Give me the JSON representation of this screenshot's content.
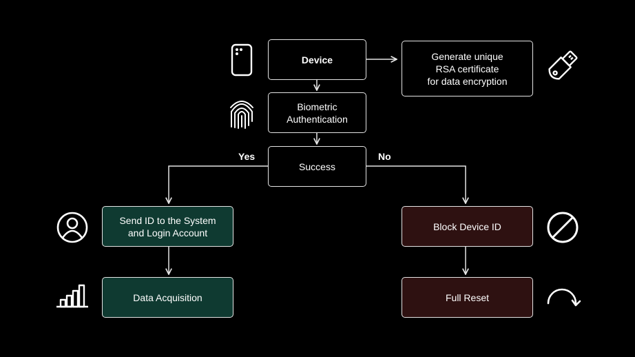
{
  "nodes": {
    "device": "Device",
    "rsa": "Generate unique\nRSA certificate\nfor data encryption",
    "biometric": "Biometric\nAuthentication",
    "success": "Success",
    "send_id": "Send ID to the System\nand Login Account",
    "block": "Block Device ID",
    "data_acq": "Data Acquisition",
    "reset": "Full Reset"
  },
  "edge_labels": {
    "yes": "Yes",
    "no": "No"
  },
  "colors": {
    "background": "#000000",
    "line": "#e6e6e6",
    "success_path_fill": "#0f3a31",
    "failure_path_fill": "#2e1111"
  },
  "icons": [
    "smartphone-icon",
    "usb-key-icon",
    "fingerprint-icon",
    "user-icon",
    "no-entry-icon",
    "bar-chart-icon",
    "reset-arrow-icon"
  ]
}
